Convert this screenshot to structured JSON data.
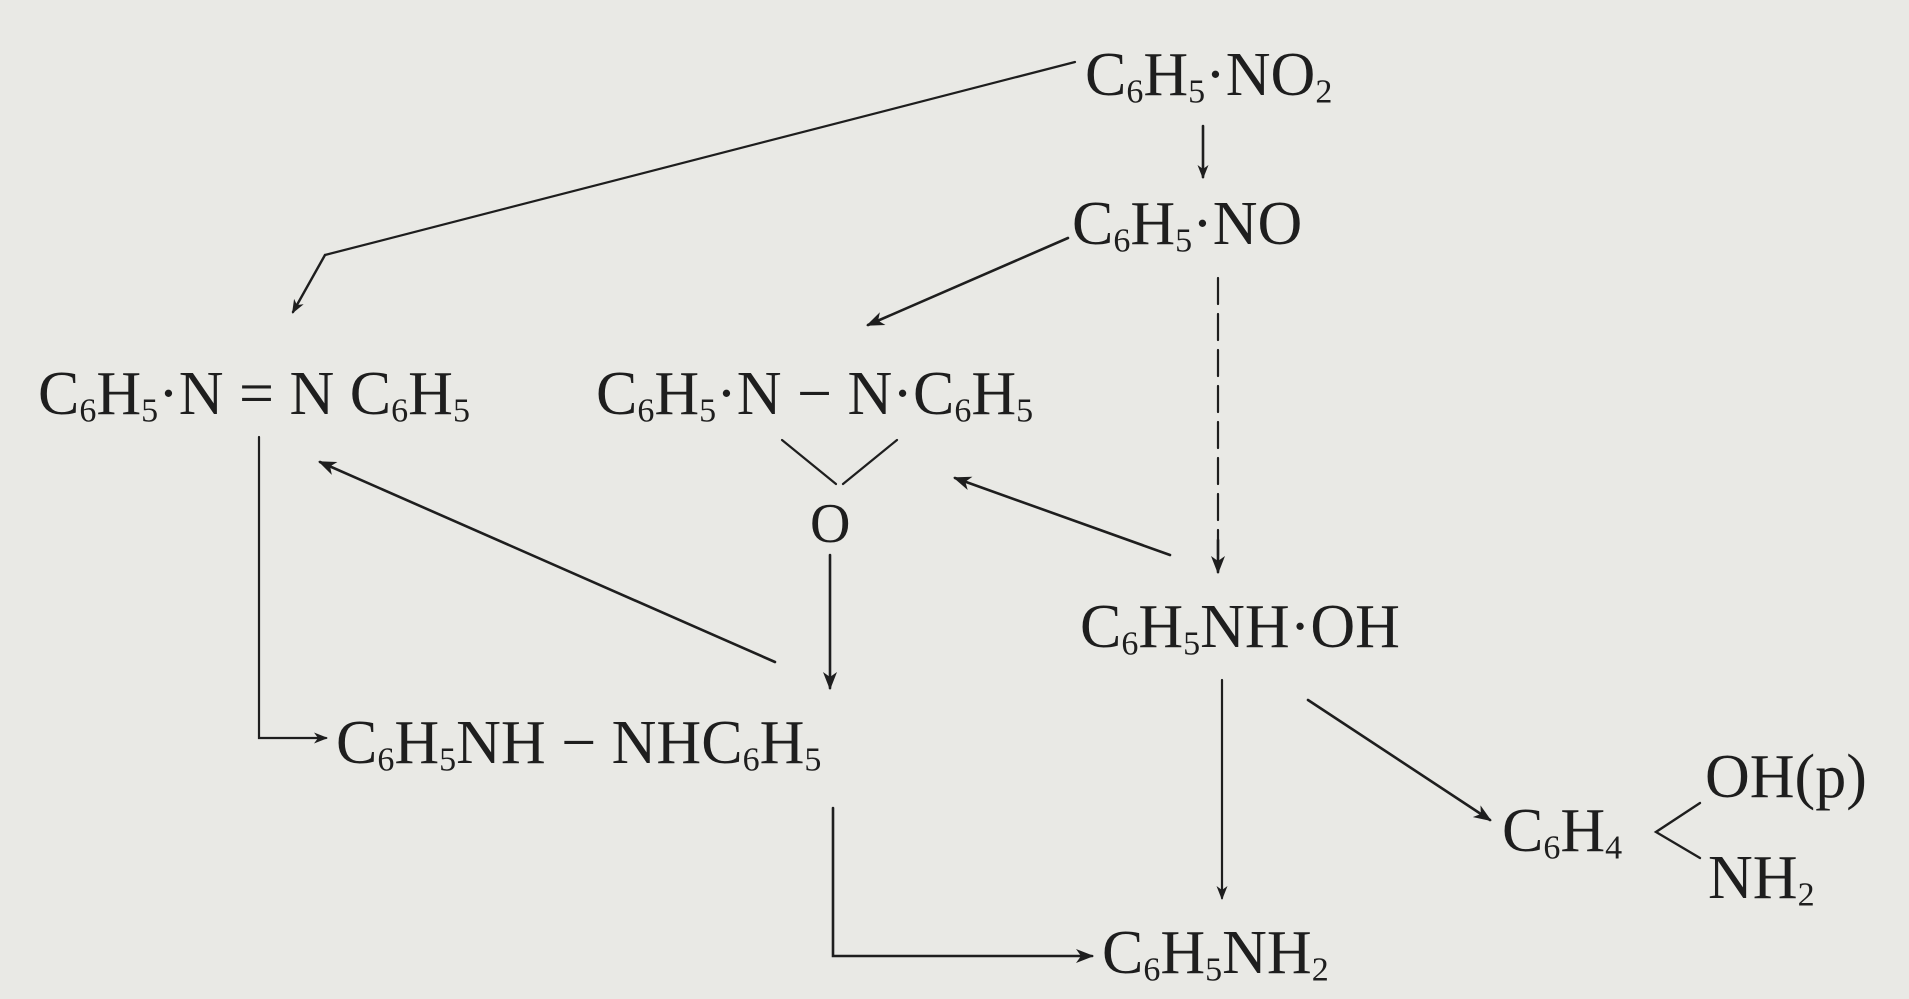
{
  "compounds": {
    "nitrobenzene": {
      "text": "C6H5·NO2",
      "parts": [
        [
          "C",
          ""
        ],
        [
          "6",
          "s"
        ],
        [
          "H",
          ""
        ],
        [
          "5",
          "s"
        ],
        [
          "·NO",
          ""
        ],
        [
          "2",
          "s"
        ]
      ]
    },
    "nitrosobenzene": {
      "parts": [
        [
          "C",
          ""
        ],
        [
          "6",
          "s"
        ],
        [
          "H",
          ""
        ],
        [
          "5",
          "s"
        ],
        [
          "·NO",
          ""
        ]
      ]
    },
    "azobenzene": {
      "parts": [
        [
          "C",
          ""
        ],
        [
          "6",
          "s"
        ],
        [
          "H",
          ""
        ],
        [
          "5",
          "s"
        ],
        [
          "·N = N C",
          ""
        ],
        [
          "6",
          "s"
        ],
        [
          "H",
          ""
        ],
        [
          "5",
          "s"
        ]
      ]
    },
    "azoxybenzene": {
      "parts": [
        [
          "C",
          ""
        ],
        [
          "6",
          "s"
        ],
        [
          "H",
          ""
        ],
        [
          "5",
          "s"
        ],
        [
          "·N − N·C",
          ""
        ],
        [
          "6",
          "s"
        ],
        [
          "H",
          ""
        ],
        [
          "5",
          "s"
        ]
      ]
    },
    "azoxy_oxygen": {
      "parts": [
        [
          "O",
          ""
        ]
      ]
    },
    "phenylhydroxylamine": {
      "parts": [
        [
          "C",
          ""
        ],
        [
          "6",
          "s"
        ],
        [
          "H",
          ""
        ],
        [
          "5",
          "s"
        ],
        [
          "NH·OH",
          ""
        ]
      ]
    },
    "hydrazobenzene": {
      "parts": [
        [
          "C",
          ""
        ],
        [
          "6",
          "s"
        ],
        [
          "H",
          ""
        ],
        [
          "5",
          "s"
        ],
        [
          "NH − NHC",
          ""
        ],
        [
          "6",
          "s"
        ],
        [
          "H",
          ""
        ],
        [
          "5",
          "s"
        ]
      ]
    },
    "aminophenol_core": {
      "parts": [
        [
          "C",
          ""
        ],
        [
          "6",
          "s"
        ],
        [
          "H",
          ""
        ],
        [
          "4",
          "s"
        ]
      ]
    },
    "aminophenol_top": {
      "parts": [
        [
          "OH(p)",
          ""
        ]
      ]
    },
    "aminophenol_bottom": {
      "parts": [
        [
          "NH",
          ""
        ],
        [
          "2",
          "s"
        ]
      ]
    },
    "aniline": {
      "parts": [
        [
          "C",
          ""
        ],
        [
          "6",
          "s"
        ],
        [
          "H",
          ""
        ],
        [
          "5",
          "s"
        ],
        [
          "NH",
          ""
        ],
        [
          "2",
          "s"
        ]
      ]
    }
  },
  "colors": {
    "ink": "#1e1e1e",
    "paper": "#e9e9e5"
  }
}
